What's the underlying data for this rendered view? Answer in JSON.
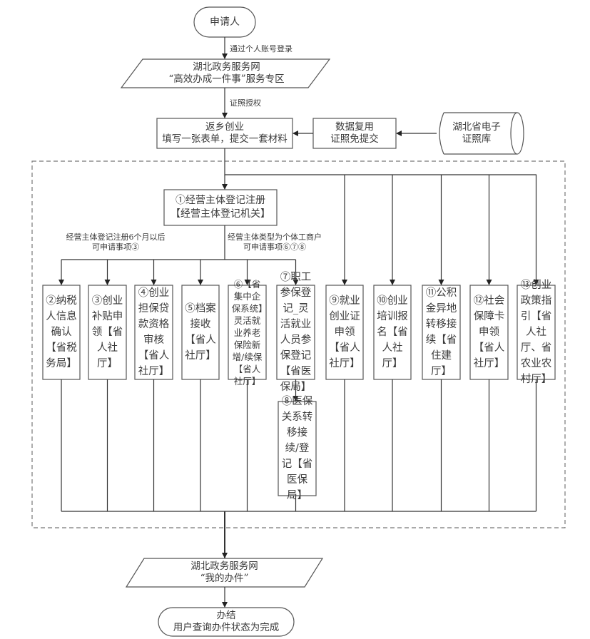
{
  "diagram": {
    "start": {
      "label": "申请人"
    },
    "edge_login": {
      "label": "通过个人账号登录"
    },
    "portal": {
      "line1": "湖北政务服务网",
      "line2": "“高效办成一件事”服务专区"
    },
    "edge_auth": {
      "label": "证照授权"
    },
    "form": {
      "line1": "返乡创业",
      "line2": "填写一张表单，提交一套材料"
    },
    "reuse": {
      "line1": "数据复用",
      "line2": "证照免提交"
    },
    "library": {
      "line1": "湖北省电子",
      "line2": "证照库"
    },
    "step1": {
      "line1": "①经营主体登记注册",
      "line2": "【经营主体登记机关】"
    },
    "note_left": {
      "line1": "经营主体登记注册6个月以后",
      "line2": "可申请事项③"
    },
    "note_right": {
      "line1": "经营主体类型为个体工商户",
      "line2": "可申请事项⑥⑦⑧"
    },
    "steps": [
      {
        "id": "2",
        "text": "②纳税人信息确认【省税务局】"
      },
      {
        "id": "3",
        "text": "③创业补贴申领【省人社厅】"
      },
      {
        "id": "4",
        "text": "④创业担保贷款资格审核【省人社厅】"
      },
      {
        "id": "5",
        "text": "⑤档案接收【省人社厅】"
      },
      {
        "id": "6",
        "text": "⑥【省集中企保系统】灵活就业养老保险新增/续保【省人社厅】"
      },
      {
        "id": "7",
        "text": "⑦职工参保登记_灵活就业人员参保登记【省医保局】"
      },
      {
        "id": "9",
        "text": "⑨就业创业证申领【省人社厅】"
      },
      {
        "id": "10",
        "text": "⑩创业培训报名【省人社厅】"
      },
      {
        "id": "11",
        "text": "⑪公积金异地转移接续【省住建厅】"
      },
      {
        "id": "12",
        "text": "⑫社会保障卡申领【省人社厅】"
      },
      {
        "id": "13",
        "text": "⑬创业政策指引【省人社厅、省农业农村厅】"
      }
    ],
    "step8": {
      "id": "8",
      "text": "⑧医保关系转移接续/登记【省医保局】"
    },
    "my_office": {
      "line1": "湖北政务服务网",
      "line2": "“我的办件”"
    },
    "end": {
      "line1": "办结",
      "line2": "用户查询办件状态为完成"
    }
  },
  "colors": {
    "stroke": "#555555",
    "dashed": "#777777",
    "text": "#3a3a3a"
  }
}
